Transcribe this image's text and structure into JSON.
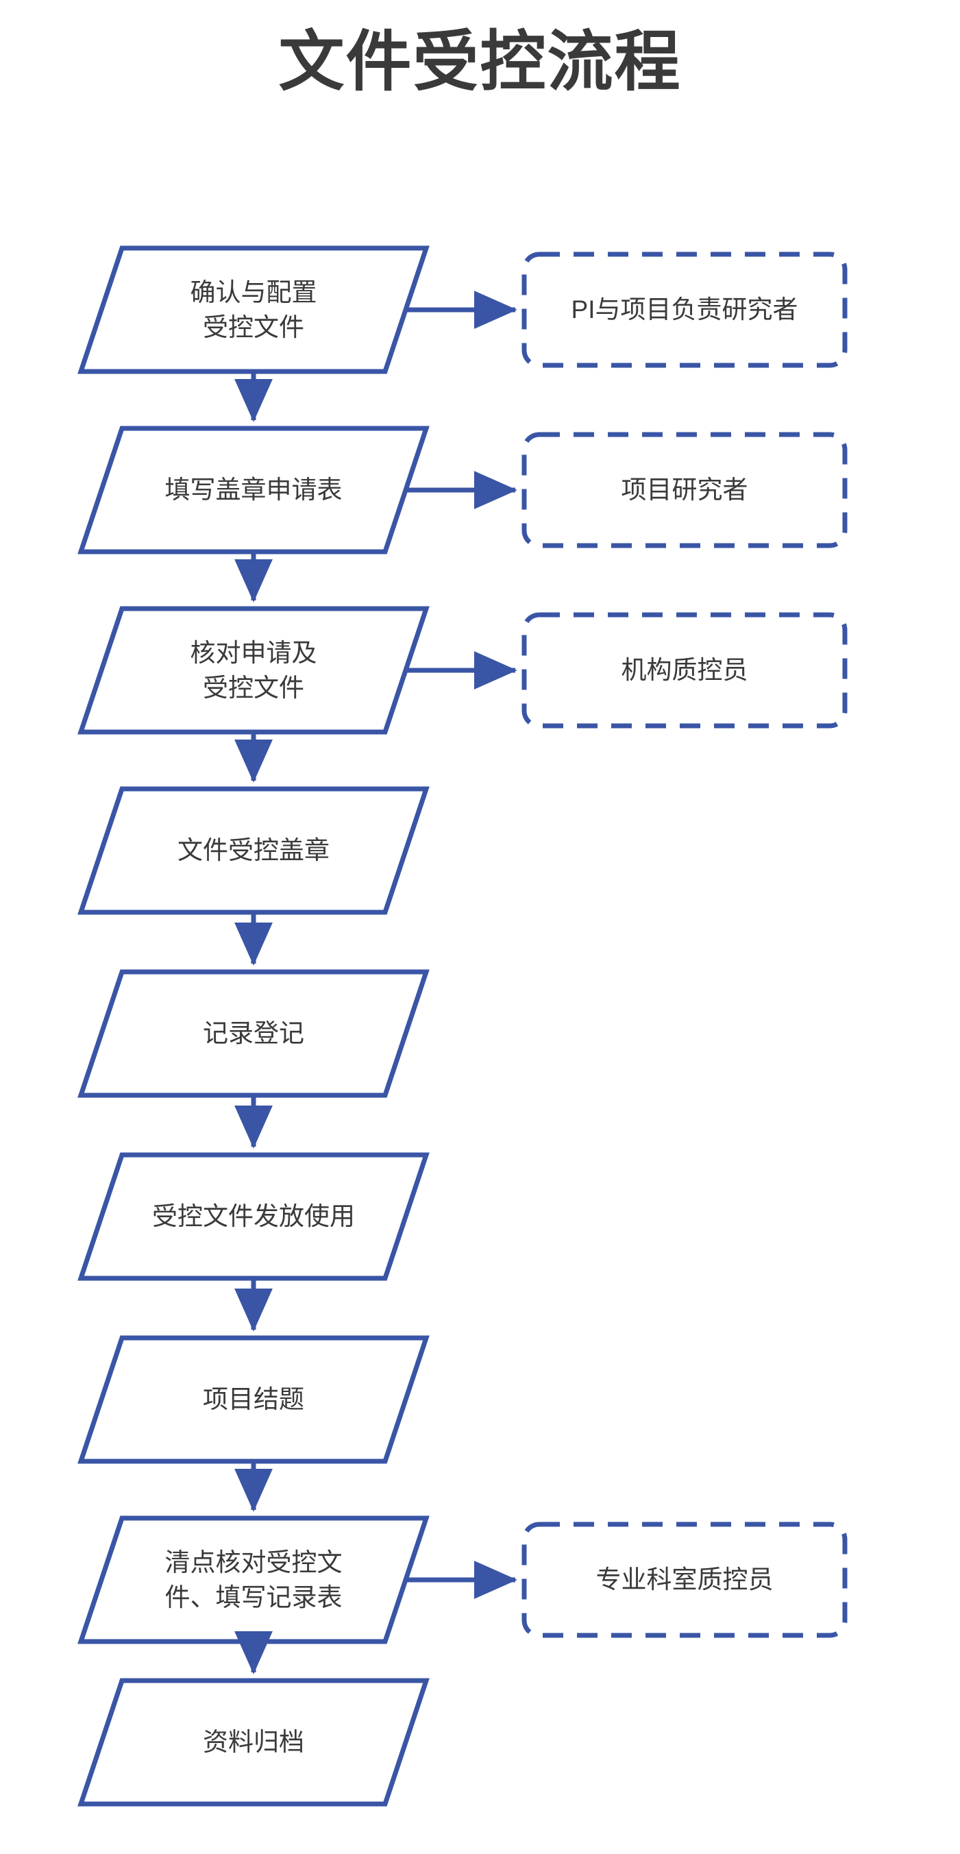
{
  "diagram": {
    "title": "文件受控流程",
    "type": "flowchart",
    "orientation": "vertical",
    "colors": {
      "shape_stroke": "#3a55a5",
      "arrow": "#3a55a5",
      "text": "#3a3a3a",
      "title_text": "#3a3a3a",
      "background": "#ffffff"
    },
    "process_steps": [
      {
        "id": "step-1",
        "shape": "parallelogram",
        "label": "确认与配置\n受控文件"
      },
      {
        "id": "step-2",
        "shape": "parallelogram",
        "label": "填写盖章申请表"
      },
      {
        "id": "step-3",
        "shape": "parallelogram",
        "label": "核对申请及\n受控文件"
      },
      {
        "id": "step-4",
        "shape": "parallelogram",
        "label": "文件受控盖章"
      },
      {
        "id": "step-5",
        "shape": "parallelogram",
        "label": "记录登记"
      },
      {
        "id": "step-6",
        "shape": "parallelogram",
        "label": "受控文件发放使用"
      },
      {
        "id": "step-7",
        "shape": "parallelogram",
        "label": "项目结题"
      },
      {
        "id": "step-8",
        "shape": "parallelogram",
        "label": "清点核对受控文\n件、填写记录表"
      },
      {
        "id": "step-9",
        "shape": "parallelogram",
        "label": "资料归档"
      }
    ],
    "responsible_roles": [
      {
        "id": "role-1",
        "shape": "dashed-rounded-rect",
        "label": "PI与项目负责研究者",
        "from_step": "step-1"
      },
      {
        "id": "role-2",
        "shape": "dashed-rounded-rect",
        "label": "项目研究者",
        "from_step": "step-2"
      },
      {
        "id": "role-3",
        "shape": "dashed-rounded-rect",
        "label": "机构质控员",
        "from_step": "step-3"
      },
      {
        "id": "role-4",
        "shape": "dashed-rounded-rect",
        "label": "专业科室质控员",
        "from_step": "step-8"
      }
    ],
    "connectors": [
      {
        "from": "step-1",
        "to": "step-2",
        "direction": "down"
      },
      {
        "from": "step-2",
        "to": "step-3",
        "direction": "down"
      },
      {
        "from": "step-3",
        "to": "step-4",
        "direction": "down"
      },
      {
        "from": "step-4",
        "to": "step-5",
        "direction": "down"
      },
      {
        "from": "step-5",
        "to": "step-6",
        "direction": "down"
      },
      {
        "from": "step-6",
        "to": "step-7",
        "direction": "down"
      },
      {
        "from": "step-7",
        "to": "step-8",
        "direction": "down"
      },
      {
        "from": "step-8",
        "to": "step-9",
        "direction": "down"
      },
      {
        "from": "step-1",
        "to": "role-1",
        "direction": "right"
      },
      {
        "from": "step-2",
        "to": "role-2",
        "direction": "right"
      },
      {
        "from": "step-3",
        "to": "role-3",
        "direction": "right"
      },
      {
        "from": "step-8",
        "to": "role-4",
        "direction": "right"
      }
    ]
  }
}
